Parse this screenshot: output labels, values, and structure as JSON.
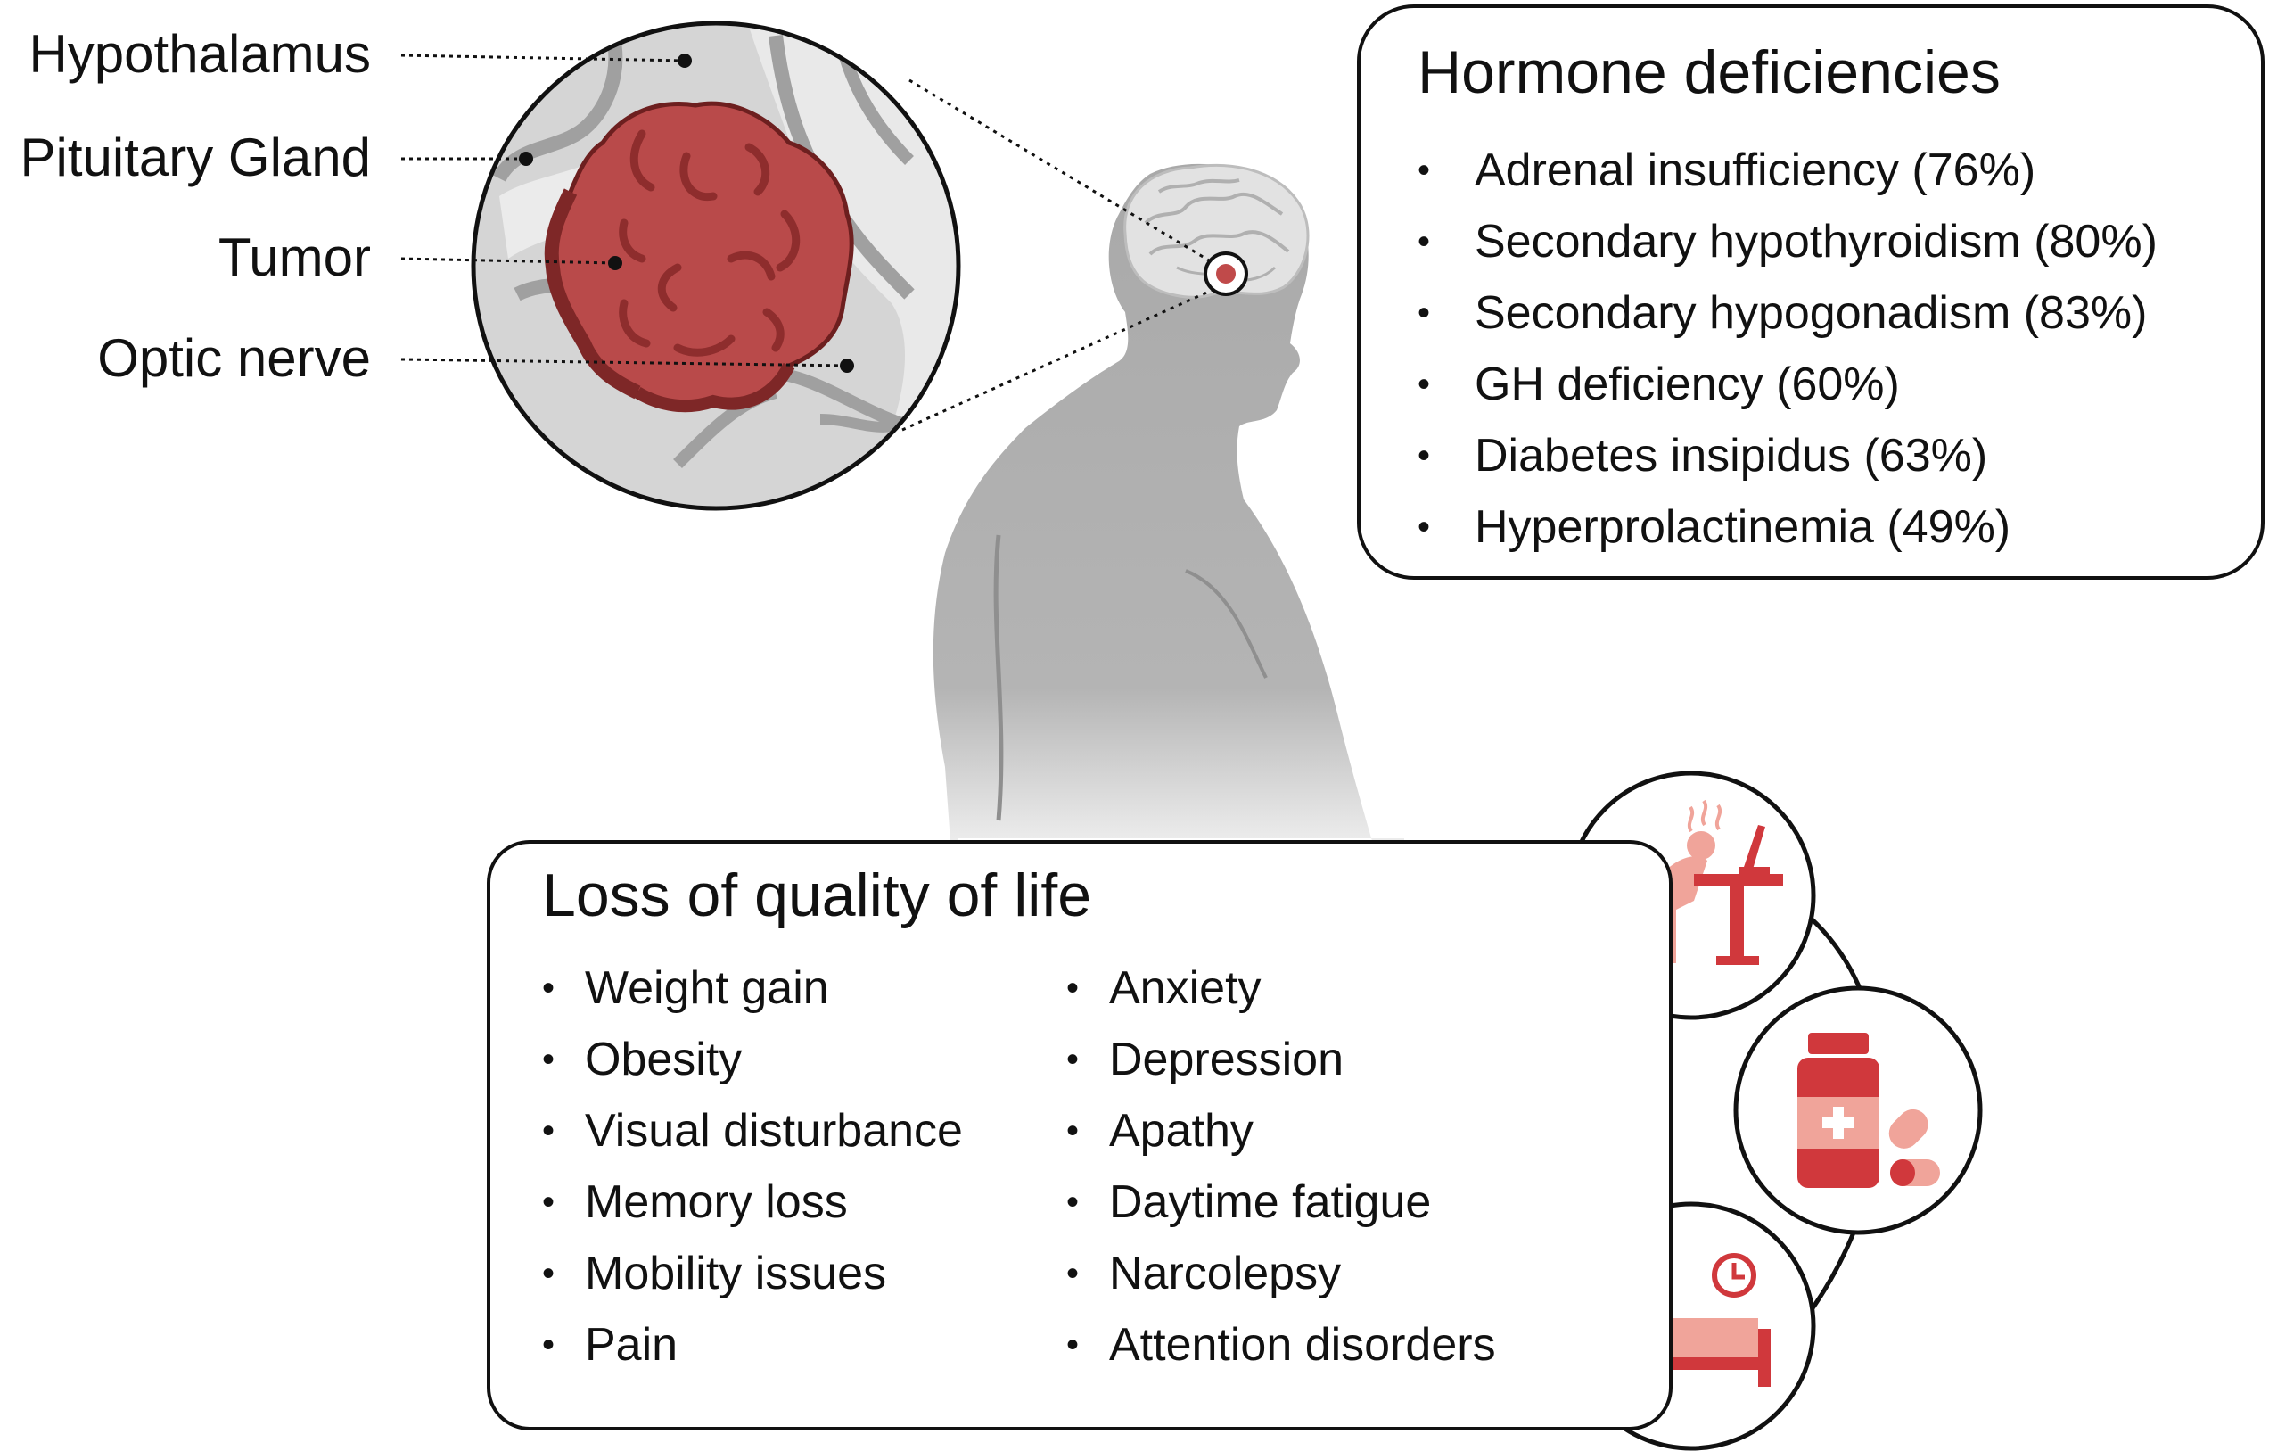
{
  "labels": {
    "hypothalamus": "Hypothalamus",
    "pituitary": "Pituitary Gland",
    "tumor": "Tumor",
    "optic_nerve": "Optic nerve"
  },
  "hormone_panel": {
    "title": "Hormone deficiencies",
    "items": [
      "Adrenal insufficiency (76%)",
      "Secondary hypothyroidism (80%)",
      "Secondary hypogonadism (83%)",
      "GH deficiency (60%)",
      "Diabetes insipidus (63%)",
      "Hyperprolactinemia (49%)"
    ]
  },
  "quality_panel": {
    "title": "Loss of quality of life",
    "column_1": [
      "Weight gain",
      "Obesity",
      "Visual disturbance",
      "Memory loss",
      "Mobility issues",
      "Pain"
    ],
    "column_2": [
      "Anxiety",
      "Depression",
      "Apathy",
      "Daytime fatigue",
      "Narcolepsy",
      "Attention disorders"
    ]
  },
  "icons": [
    "fatigued-worker-icon",
    "medication-icon",
    "sleep-clock-icon"
  ],
  "colors": {
    "tumor_fill": "#b94a4a",
    "tumor_dark": "#8e2d2d",
    "icon_red": "#d0383c",
    "icon_pink": "#f0a49a",
    "silhouette_gray": "#a8a8a8",
    "tissue_gray": "#cfcfcf"
  }
}
